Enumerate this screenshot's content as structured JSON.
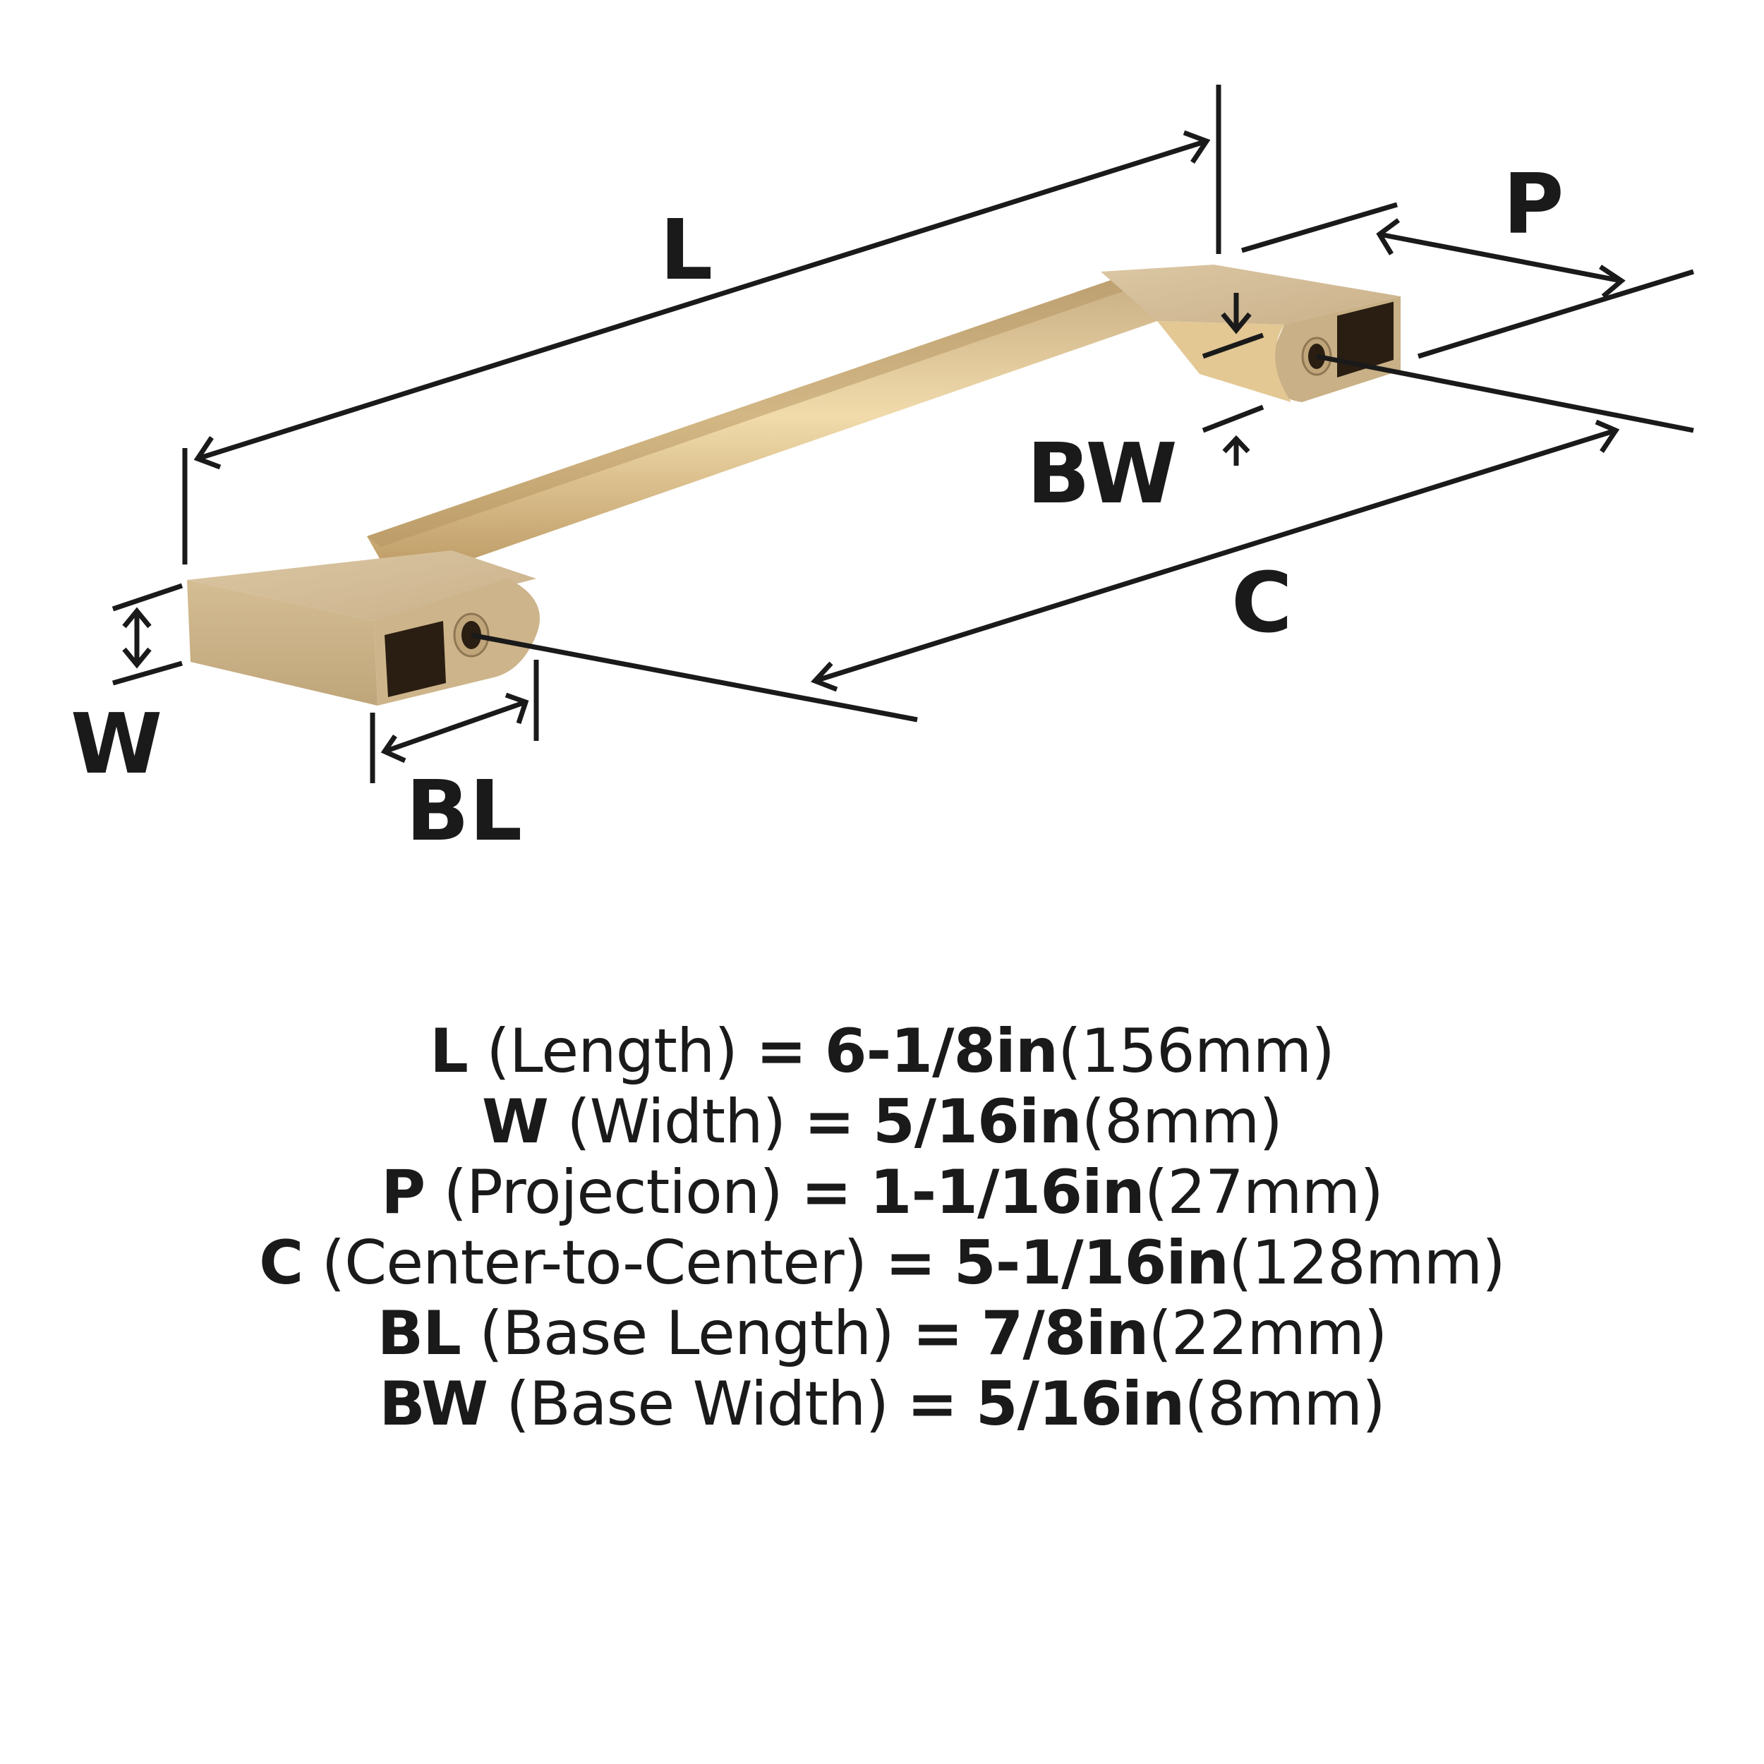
{
  "diagram": {
    "subject": "cabinet-pull-handle",
    "finish_colors": {
      "base_light": "#d8c3a0",
      "base_mid": "#c7ad84",
      "base_shadow": "#a98f66",
      "bar_highlight": "#f0d8a8",
      "cavity": "#2a1e12",
      "line": "#1a1a1a"
    },
    "labels": {
      "L": "L",
      "P": "P",
      "BW": "BW",
      "C": "C",
      "W": "W",
      "BL": "BL"
    }
  },
  "specs": [
    {
      "code": "L",
      "name": "(Length)",
      "eq": "=",
      "inch": "6-1/8in",
      "mm": "(156mm)"
    },
    {
      "code": "W",
      "name": "(Width)",
      "eq": "=",
      "inch": "5/16in",
      "mm": "(8mm)"
    },
    {
      "code": "P",
      "name": "(Projection)",
      "eq": "=",
      "inch": "1-1/16in",
      "mm": "(27mm)"
    },
    {
      "code": "C",
      "name": "(Center-to-Center)",
      "eq": "=",
      "inch": "5-1/16in",
      "mm": "(128mm)"
    },
    {
      "code": "BL",
      "name": "(Base Length)",
      "eq": "=",
      "inch": "7/8in",
      "mm": "(22mm)"
    },
    {
      "code": "BW",
      "name": "(Base Width)",
      "eq": "=",
      "inch": "5/16in",
      "mm": "(8mm)"
    }
  ]
}
